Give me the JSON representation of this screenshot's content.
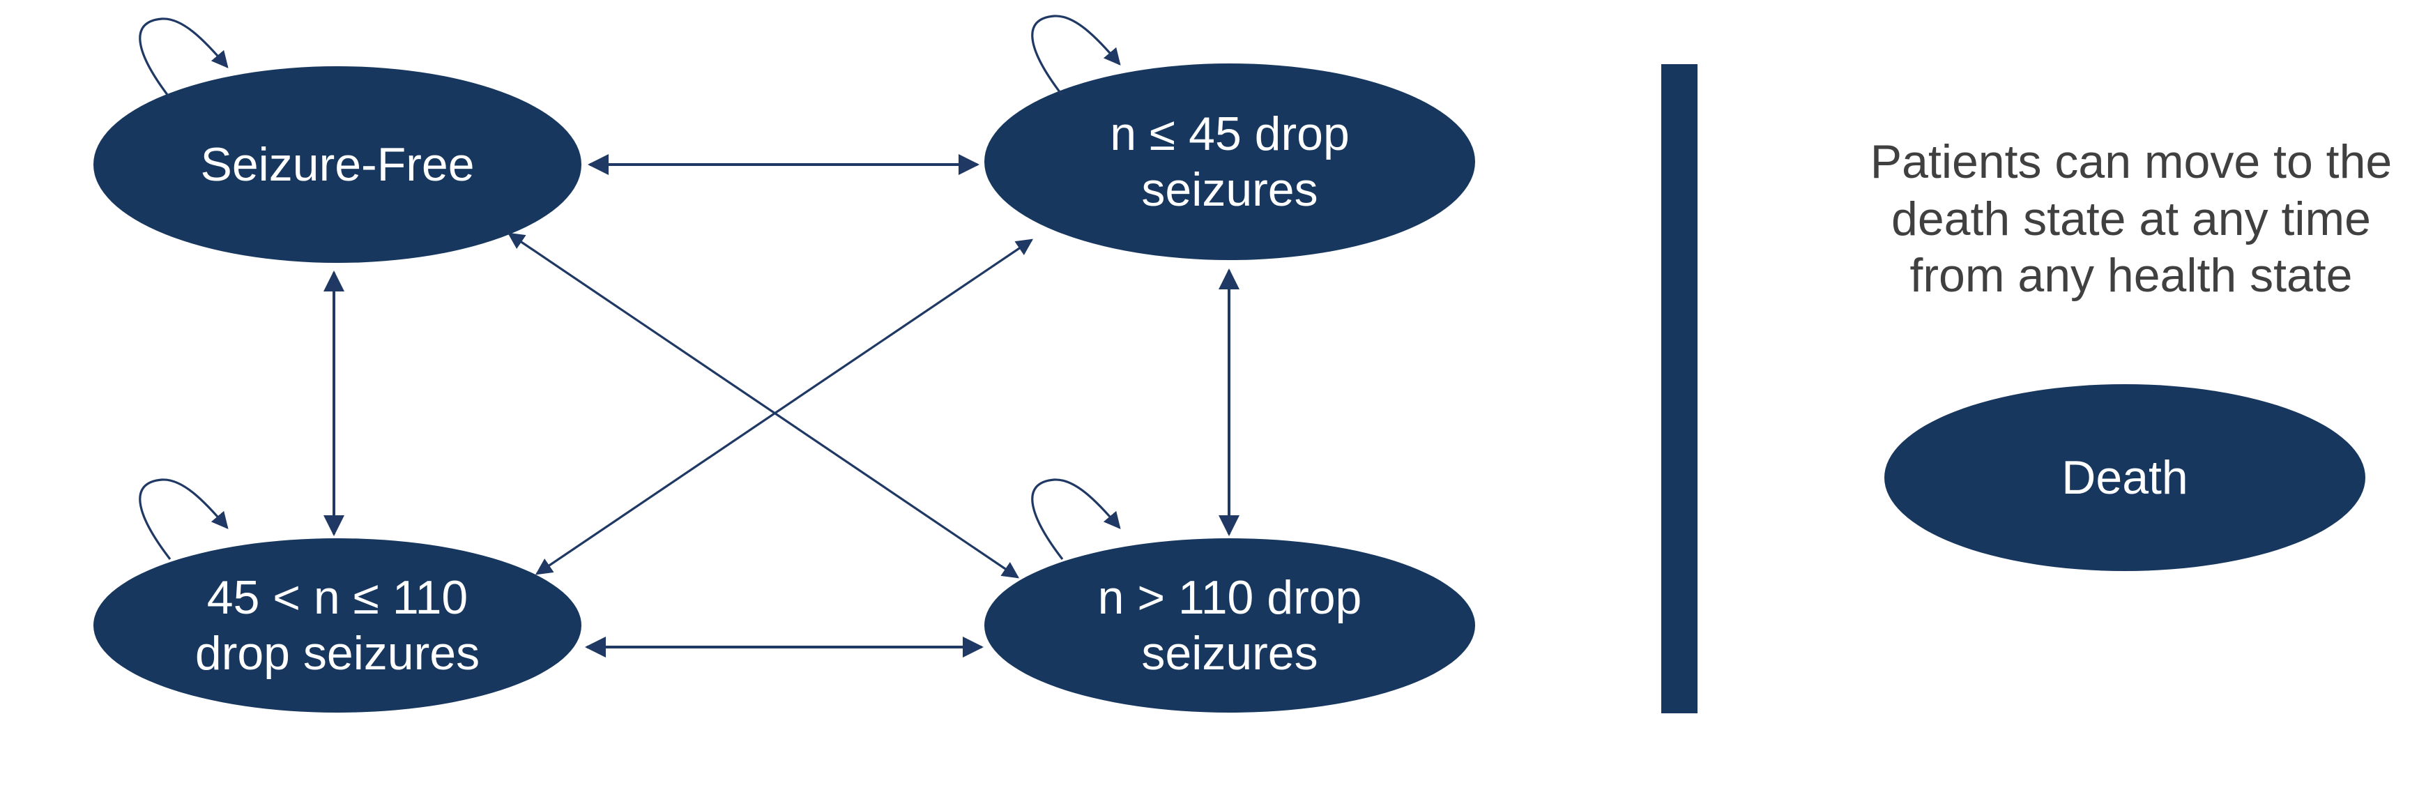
{
  "colors": {
    "state_fill": "#17375E",
    "arrow_stroke": "#1F3864",
    "divider_bar": "#17375E",
    "state_text": "#FFFFFF",
    "note_text": "#404040",
    "background": "#FFFFFF"
  },
  "states": {
    "seizure_free": {
      "label_lines": [
        "Seizure-Free"
      ]
    },
    "n_le_45": {
      "label_lines": [
        "n ≤ 45 drop",
        "seizures"
      ]
    },
    "n_45_110": {
      "label_lines": [
        "45 < n ≤ 110",
        "drop seizures"
      ]
    },
    "n_gt_110": {
      "label_lines": [
        "n > 110 drop",
        "seizures"
      ]
    },
    "death": {
      "label_lines": [
        "Death"
      ]
    }
  },
  "note": {
    "lines": [
      "Patients can move to the",
      "death state at any time",
      "from any health state"
    ]
  },
  "transitions": {
    "bidirectional": [
      [
        "seizure_free",
        "n_le_45"
      ],
      [
        "seizure_free",
        "n_45_110"
      ],
      [
        "seizure_free",
        "n_gt_110"
      ],
      [
        "n_le_45",
        "n_45_110"
      ],
      [
        "n_le_45",
        "n_gt_110"
      ],
      [
        "n_45_110",
        "n_gt_110"
      ]
    ],
    "self_loops": [
      "seizure_free",
      "n_le_45",
      "n_45_110",
      "n_gt_110"
    ],
    "death_rule": "from any health state at any time"
  }
}
